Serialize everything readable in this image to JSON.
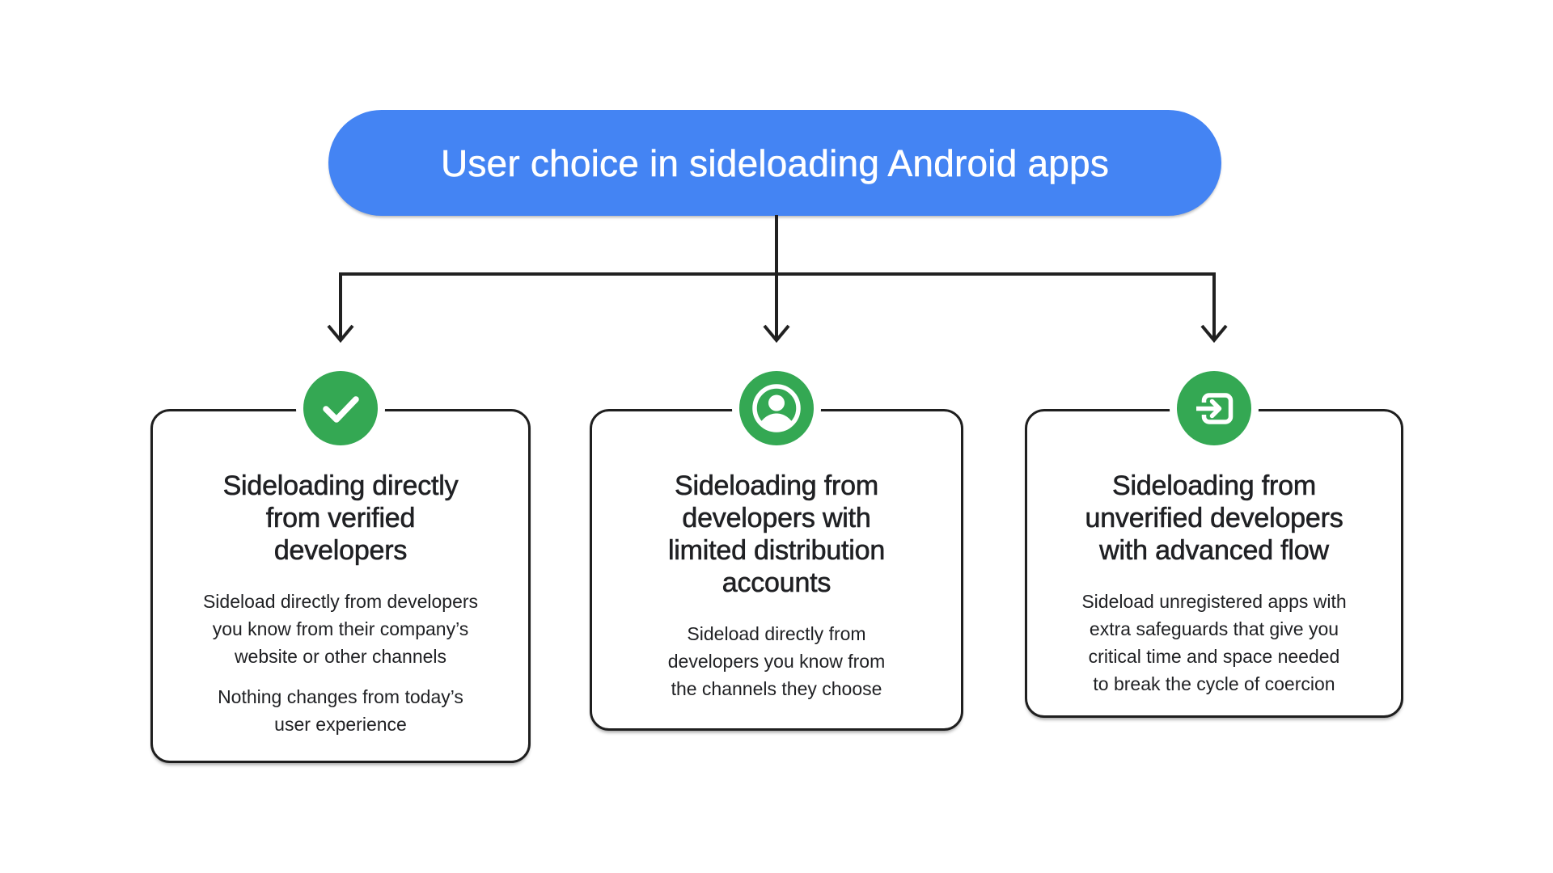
{
  "title": "User choice in sideloading Android apps",
  "colors": {
    "banner_blue": "#4484F3",
    "badge_green": "#34A853",
    "ink": "#1F1F1F"
  },
  "cards": [
    {
      "icon": "check-icon",
      "heading_lines": [
        "Sideloading directly",
        "from verified",
        "developers"
      ],
      "paragraphs": [
        [
          "Sideload directly from developers",
          "you know from their company’s",
          "website or other channels"
        ],
        [
          "Nothing changes from today’s",
          "user experience"
        ]
      ]
    },
    {
      "icon": "account-circle-icon",
      "heading_lines": [
        "Sideloading from",
        "developers with",
        "limited distribution",
        "accounts"
      ],
      "paragraphs": [
        [
          "Sideload directly from",
          "developers you know from",
          "the channels they choose"
        ]
      ]
    },
    {
      "icon": "exit-to-app-icon",
      "heading_lines": [
        "Sideloading from",
        "unverified developers",
        "with advanced flow"
      ],
      "paragraphs": [
        [
          "Sideload unregistered apps with",
          "extra safeguards that give you",
          "critical time and space needed",
          "to break the cycle of coercion"
        ]
      ]
    }
  ]
}
